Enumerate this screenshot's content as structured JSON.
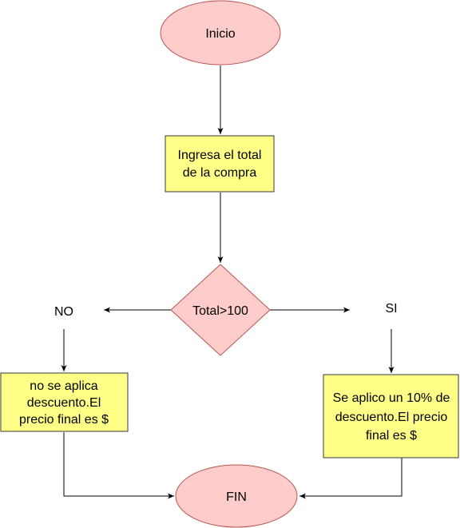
{
  "nodes": {
    "start": {
      "label": "Inicio"
    },
    "input": {
      "lines": [
        "Ingresa el total",
        "de la compra"
      ]
    },
    "decision": {
      "label": "Total>100"
    },
    "no_branch": {
      "label": "NO"
    },
    "yes_branch": {
      "label": "SI"
    },
    "no_box": {
      "lines": [
        "no se aplica",
        "descuento.El",
        "precio final es $"
      ]
    },
    "yes_box": {
      "lines": [
        "Se aplico un 10% de",
        "descuento.El precio",
        "final es $"
      ]
    },
    "end": {
      "label": "FIN"
    }
  },
  "colors": {
    "terminal_fill": "#ffcccc",
    "terminal_stroke": "#b85450",
    "process_fill": "#ffff88",
    "process_stroke": "#36393d",
    "decision_fill": "#ffcccc",
    "decision_stroke": "#b85450",
    "line": "#000000"
  }
}
